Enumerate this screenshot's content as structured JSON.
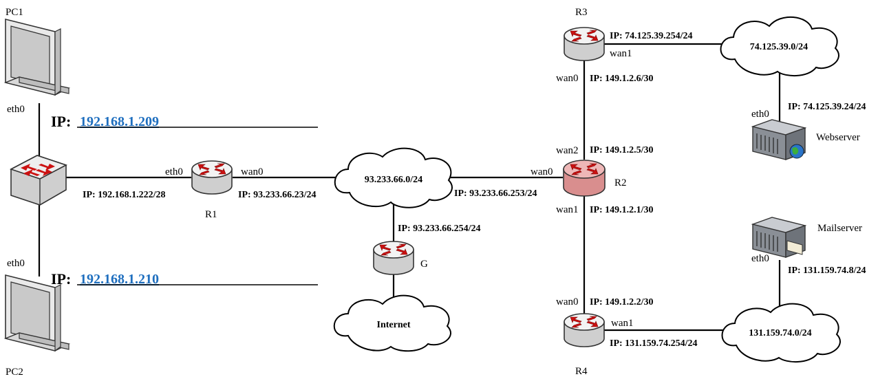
{
  "devices": {
    "pc1": "PC1",
    "pc2": "PC2",
    "r1": "R1",
    "r2": "R2",
    "r3": "R3",
    "r4": "R4",
    "g": "G",
    "webserver": "Webserver",
    "mailserver": "Mailserver"
  },
  "networks": {
    "isp": "93.233.66.0/24",
    "internet": "Internet",
    "web_net": "74.125.39.0/24",
    "mail_net": "131.159.74.0/24"
  },
  "interfaces": {
    "pc1_eth0": "eth0",
    "pc2_eth0": "eth0",
    "r1_eth0": "eth0",
    "r1_wan0": "wan0",
    "r2_wan0": "wan0",
    "r2_wan1": "wan1",
    "r2_wan2": "wan2",
    "r3_wan0": "wan0",
    "r3_wan1": "wan1",
    "r4_wan0": "wan0",
    "r4_wan1": "wan1",
    "web_eth0": "eth0",
    "mail_eth0": "eth0"
  },
  "addresses": {
    "ip_prefix": "IP:",
    "pc1": "192.168.1.209",
    "pc2": "192.168.1.210",
    "r1_eth0": "IP: 192.168.1.222/28",
    "r1_wan0": "IP: 93.233.66.23/24",
    "g": "IP: 93.233.66.254/24",
    "r2_wan0": "IP: 93.233.66.253/24",
    "r2_wan2": "IP: 149.1.2.5/30",
    "r2_wan1": "IP: 149.1.2.1/30",
    "r3_wan0": "IP: 149.1.2.6/30",
    "r3_wan1": "IP: 74.125.39.254/24",
    "r4_wan0": "IP: 149.1.2.2/30",
    "r4_wan1": "IP: 131.159.74.254/24",
    "webserver": "IP: 74.125.39.24/24",
    "mailserver": "IP: 131.159.74.8/24"
  },
  "colors": {
    "router_body": "#e4e4e4",
    "router_r2": "#e7a9a9",
    "arrow": "#cc1111",
    "link_text": "#1f6fbf"
  }
}
